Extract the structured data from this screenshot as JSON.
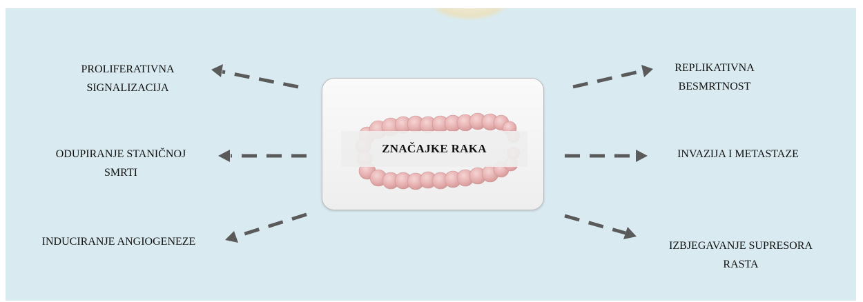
{
  "center": {
    "title": "ZNAČAJKE RAKA"
  },
  "hallmarks": {
    "proliferative": {
      "line1": "PROLIFERATIVNA",
      "line2": "SIGNALIZACIJA"
    },
    "cell_death": {
      "line1": "ODUPIRANJE STANIČNOJ",
      "line2": "SMRTI"
    },
    "angiogenesis": {
      "line1": "INDUCIRANJE ANGIOGENEZE"
    },
    "replicative": {
      "line1": "REPLIKATIVNA",
      "line2": "BESMRTNOST"
    },
    "invasion": {
      "line1": "INVAZIJA I METASTAZE"
    },
    "growth_suppressors": {
      "line1": "IZBJEGAVANJE SUPRESORA",
      "line2": "RASTA"
    }
  },
  "colors": {
    "background": "#d9ebf1",
    "arrow": "#5a5a5a",
    "cell": "#e6a9a9"
  }
}
